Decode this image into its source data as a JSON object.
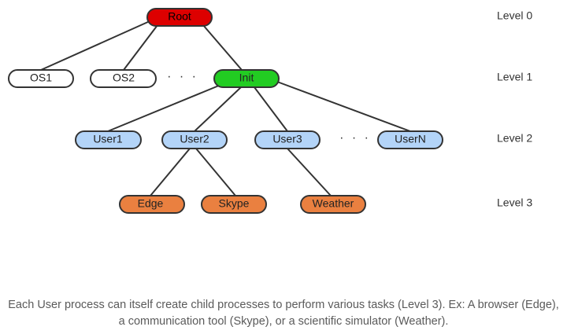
{
  "colors": {
    "root": "#dd0000",
    "init": "#22cc22",
    "os": "#ffffff",
    "user": "#b3d4f8",
    "app": "#ea8040"
  },
  "nodes": {
    "root": "Root",
    "os1": "OS1",
    "os2": "OS2",
    "init": "Init",
    "user1": "User1",
    "user2": "User2",
    "user3": "User3",
    "usern": "UserN",
    "edge": "Edge",
    "skype": "Skype",
    "weather": "Weather"
  },
  "ellipsis": "· · ·",
  "levels": [
    "Level 0",
    "Level 1",
    "Level 2",
    "Level 3"
  ],
  "caption": "Each User process can itself create child processes to perform various tasks (Level 3). Ex: A browser (Edge), a communication tool (Skype), or a scientific simulator (Weather)."
}
